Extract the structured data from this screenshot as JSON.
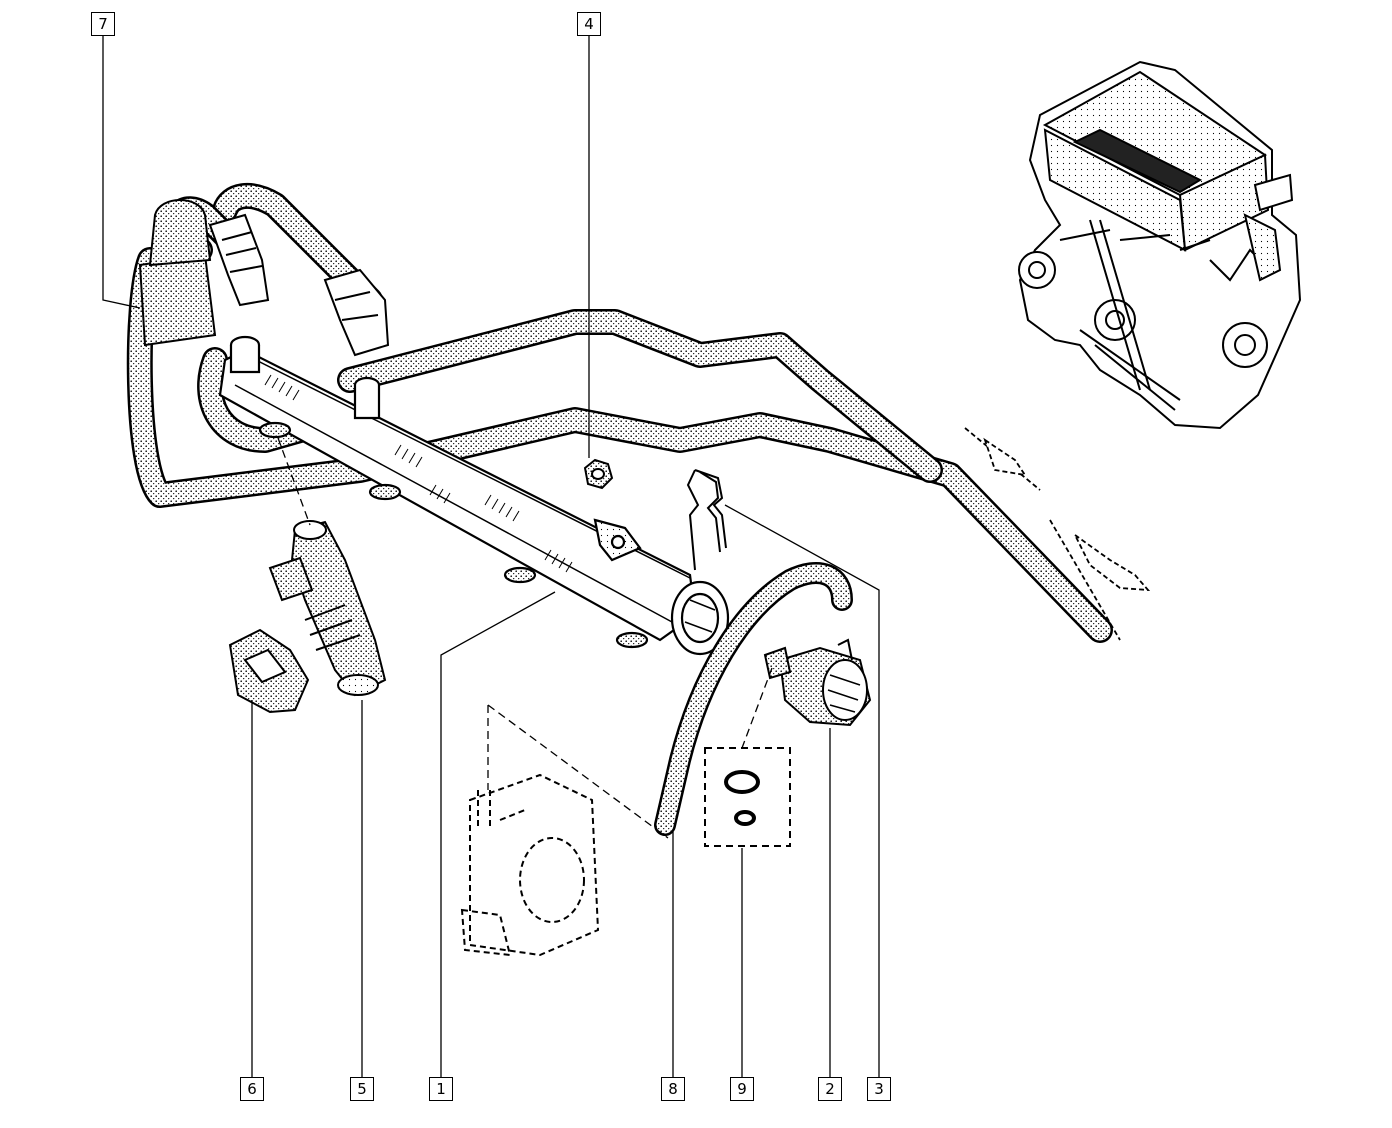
{
  "diagram": {
    "callouts": [
      {
        "id": "c7",
        "label": "7"
      },
      {
        "id": "c4",
        "label": "4"
      },
      {
        "id": "c6",
        "label": "6"
      },
      {
        "id": "c5",
        "label": "5"
      },
      {
        "id": "c1",
        "label": "1"
      },
      {
        "id": "c8",
        "label": "8"
      },
      {
        "id": "c9",
        "label": "9"
      },
      {
        "id": "c2",
        "label": "2"
      },
      {
        "id": "c3",
        "label": "3"
      }
    ],
    "parts": [
      {
        "callout": "1",
        "name": "fuel-rail"
      },
      {
        "callout": "2",
        "name": "pressure-regulator"
      },
      {
        "callout": "3",
        "name": "retaining-clip"
      },
      {
        "callout": "4",
        "name": "mounting-nut"
      },
      {
        "callout": "5",
        "name": "injector"
      },
      {
        "callout": "6",
        "name": "injector-connector-clip"
      },
      {
        "callout": "7",
        "name": "fuel-hose-assembly"
      },
      {
        "callout": "8",
        "name": "vacuum-hose"
      },
      {
        "callout": "9",
        "name": "o-ring-seal-kit"
      }
    ]
  }
}
